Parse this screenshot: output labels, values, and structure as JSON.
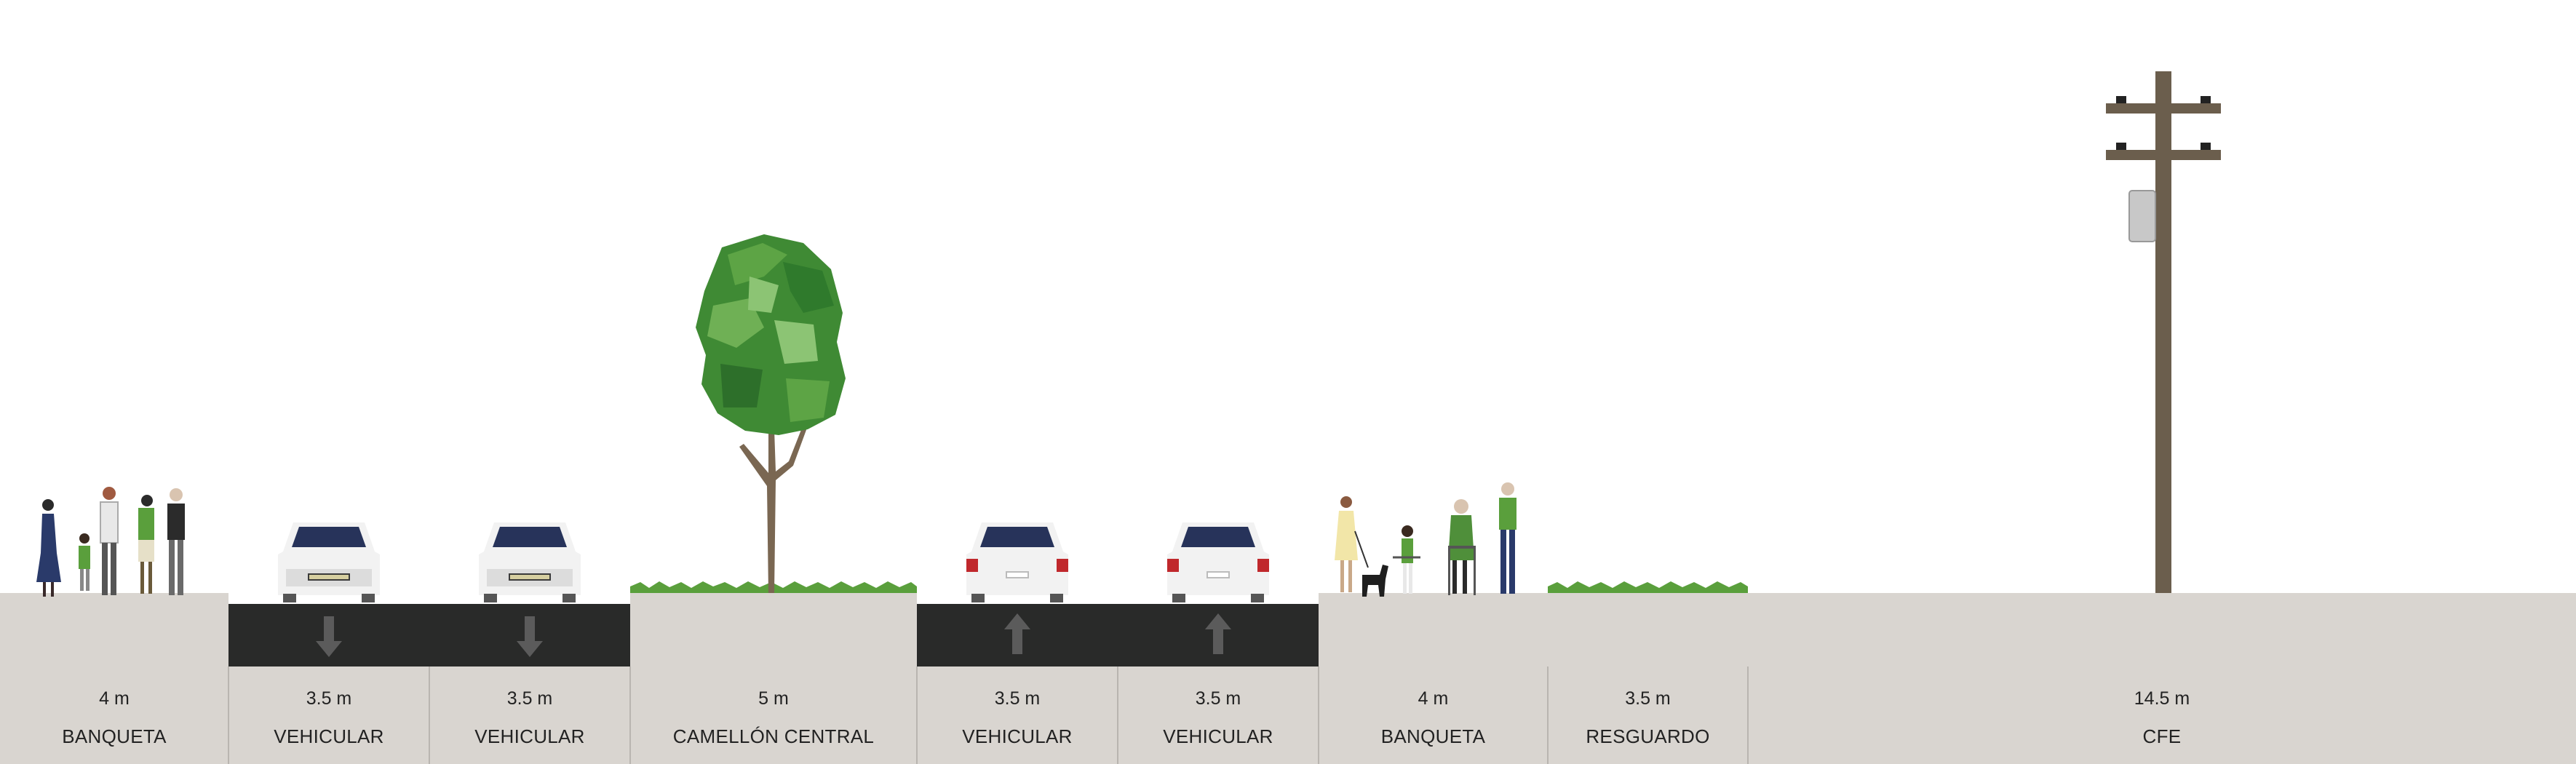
{
  "street": {
    "colors": {
      "sky": "#ffffff",
      "sidewalk": "#d9d5d0",
      "asphalt": "#292a29",
      "divider": "#b9b5b0",
      "label_text": "#222222",
      "lane_arrow": "#5b5b5b",
      "grass": "#5a9f3c",
      "car_body": "#f2f2f2",
      "car_window": "#27335a",
      "car_taillight": "#c0282c",
      "tree_trunk": "#7a6752",
      "tree_leaf": "#3f8a34",
      "pole_wood": "#6b5e4d"
    },
    "segments": [
      {
        "width": "4 m",
        "name": "BANQUETA"
      },
      {
        "width": "3.5 m",
        "name": "VEHICULAR",
        "direction": "down"
      },
      {
        "width": "3.5 m",
        "name": "VEHICULAR",
        "direction": "down"
      },
      {
        "width": "5 m",
        "name": "CAMELLÓN CENTRAL"
      },
      {
        "width": "3.5 m",
        "name": "VEHICULAR",
        "direction": "up"
      },
      {
        "width": "3.5 m",
        "name": "VEHICULAR",
        "direction": "up"
      },
      {
        "width": "4 m",
        "name": "BANQUETA"
      },
      {
        "width": "3.5 m",
        "name": "RESGUARDO"
      },
      {
        "width": "14.5 m",
        "name": "CFE"
      }
    ],
    "icons": [
      "pedestrian-icon",
      "car-front-icon",
      "car-rear-icon",
      "tree-icon",
      "grass-icon",
      "dog-icon",
      "walker-icon",
      "utility-pole-icon",
      "transformer-icon",
      "arrow-up-icon",
      "arrow-down-icon"
    ]
  }
}
